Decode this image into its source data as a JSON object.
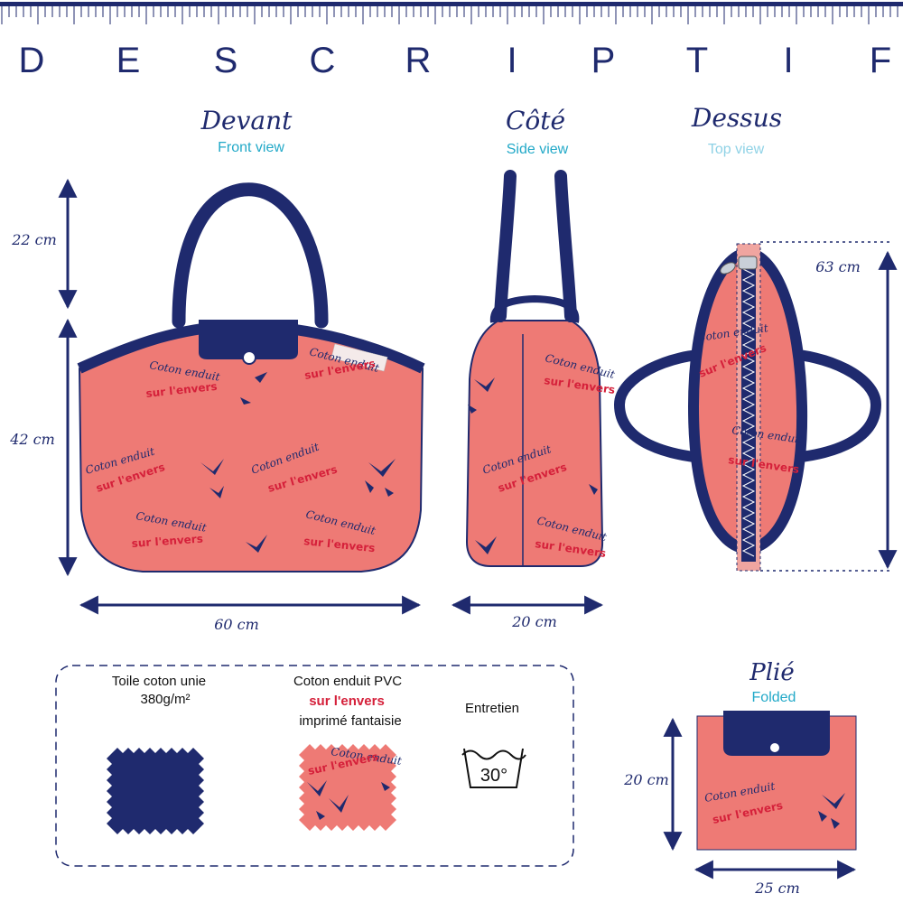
{
  "title_letters": [
    "D",
    "E",
    "S",
    "C",
    "R",
    "I",
    "P",
    "T",
    "I",
    "F"
  ],
  "views": {
    "front": {
      "title": "Devant",
      "subtitle": "Front view"
    },
    "side": {
      "title": "Côté",
      "subtitle": "Side view"
    },
    "top": {
      "title": "Dessus",
      "subtitle": "Top view"
    },
    "folded": {
      "title": "Plié",
      "subtitle": "Folded"
    }
  },
  "dimensions": {
    "front_handle_height": "22 cm",
    "front_body_height": "42 cm",
    "front_width": "60 cm",
    "side_width": "20 cm",
    "top_length": "63 cm",
    "folded_height": "20 cm",
    "folded_width": "25 cm"
  },
  "pattern_text": {
    "line1": "Coton enduit",
    "line2": "sur l'envers"
  },
  "materials": {
    "fabric_label_line1": "Toile coton  unie",
    "fabric_label_line2": "380g/m²",
    "coated_label_line1": "Coton enduit  PVC",
    "coated_label_line2": "sur l'envers",
    "coated_label_line3": "imprimé fantaisie",
    "care_label": "Entretien",
    "wash_temp": "30°"
  },
  "colors": {
    "navy": "#1f2a6e",
    "coral": "#ee7a75",
    "red_text": "#d5203a",
    "cyan": "#22a9c8"
  }
}
